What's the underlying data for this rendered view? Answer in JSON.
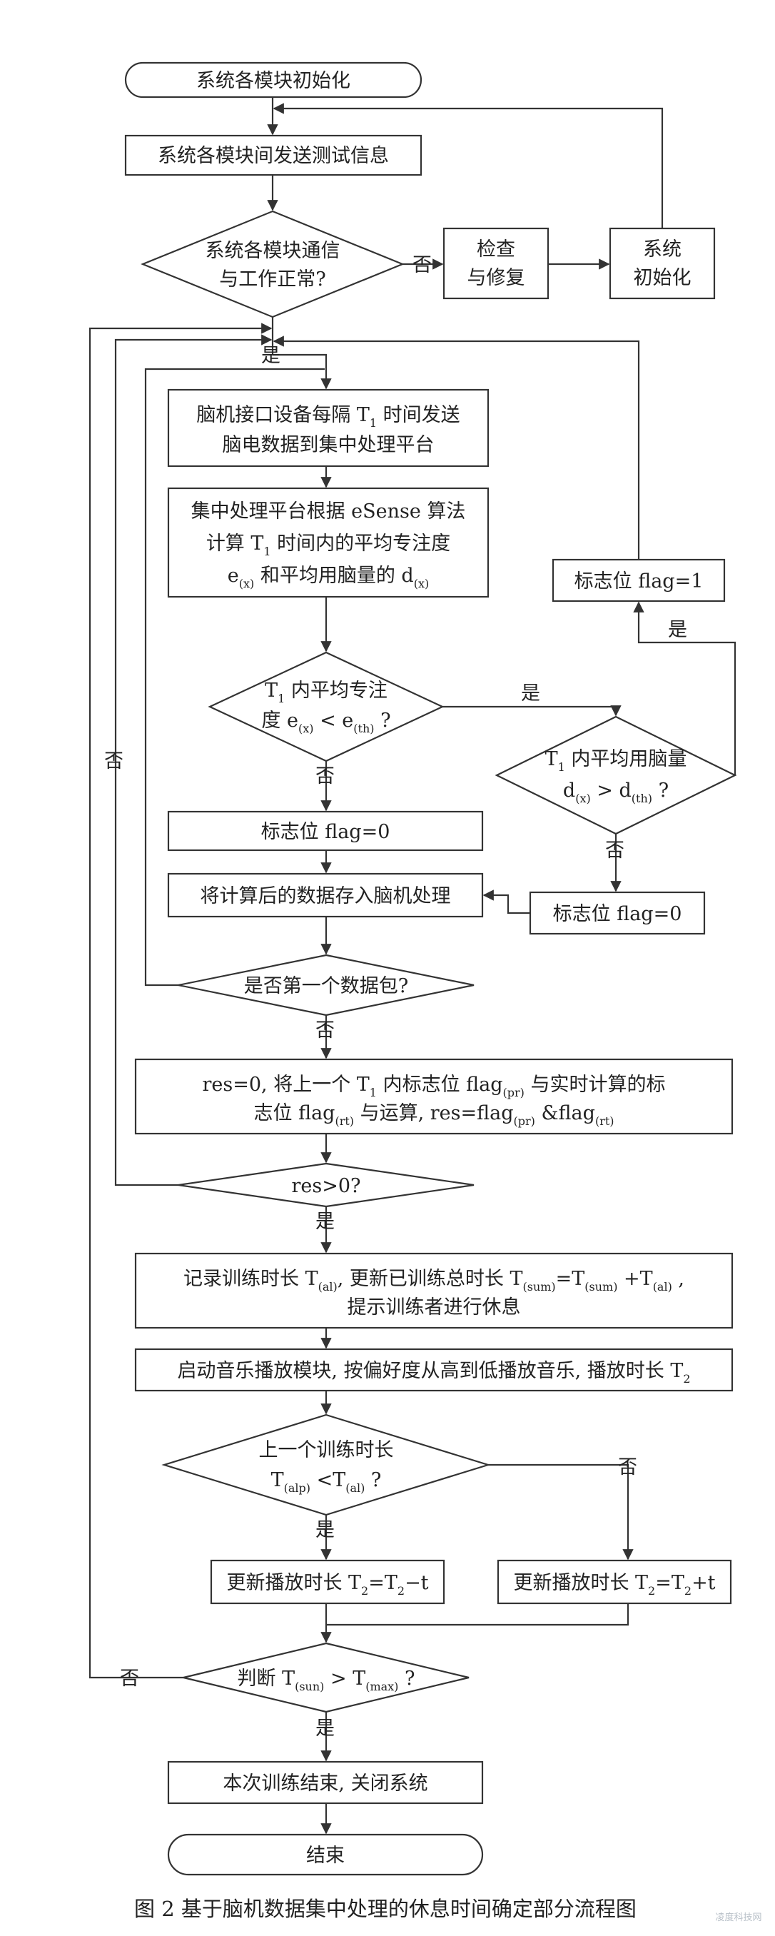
{
  "nodes": {
    "start": "系统各模块初始化",
    "send_test": "系统各模块间发送测试信息",
    "check_comm": [
      "系统各模块通信",
      "与工作正常?"
    ],
    "inspect": [
      "检查",
      "与修复"
    ],
    "sys_init": [
      "系统",
      "初始化"
    ],
    "send_eeg": {
      "l1a": "脑机接口设备每隔 T",
      "l1sub": "1",
      "l1b": " 时间发送",
      "l2": "脑电数据到集中处理平台"
    },
    "calc": {
      "l1": "集中处理平台根据 eSense 算法",
      "l2a": "计算 T",
      "l2sub": "1",
      "l2b": " 时间内的平均专注度",
      "l3a": "e",
      "l3sub1": "(x)",
      "l3b": " 和平均用脑量的 d",
      "l3sub2": "(x)"
    },
    "attn_dec": {
      "l1a": "T",
      "l1sub": "1",
      "l1b": " 内平均专注",
      "l2a": "度 e",
      "l2sub1": "(x)",
      "l2b": " < e",
      "l2sub2": "(th)",
      "l2c": " ?"
    },
    "brain_dec": {
      "l1a": "T",
      "l1sub": "1",
      "l1b": " 内平均用脑量",
      "l2a": "d",
      "l2sub1": "(x)",
      "l2b": " > d",
      "l2sub2": "(th)",
      "l2c": " ?"
    },
    "flag1": "标志位 flag=1",
    "flag0_left": "标志位 flag=0",
    "flag0_right": "标志位 flag=0",
    "store": "将计算后的数据存入脑机处理",
    "first_pkt": "是否第一个数据包?",
    "res_calc": {
      "l1a": "res=0, 将上一个 T",
      "l1sub": "1",
      "l1b": " 内标志位 flag",
      "l1sub2": "(pr)",
      "l1c": " 与实时计算的标",
      "l2a": "志位 flag",
      "l2sub": "(rt)",
      "l2b": " 与运算, res=flag",
      "l2sub2": "(pr)",
      "l2c": " &flag",
      "l2sub3": "(rt)"
    },
    "res_dec": "res>0?",
    "record": {
      "l1a": "记录训练时长 T",
      "l1sub": "(al)",
      "l1b": ", 更新已训练总时长 T",
      "l1sub2": "(sum)",
      "l1c": "=T",
      "l1sub3": "(sum)",
      "l1d": " +T",
      "l1sub4": "(al)",
      "l1e": " ,",
      "l2": "提示训练者进行休息"
    },
    "music": {
      "la": "启动音乐播放模块, 按偏好度从高到低播放音乐, 播放时长 T",
      "lsub": "2"
    },
    "prev_dec": {
      "l1": "上一个训练时长",
      "l2a": "T",
      "l2sub1": "(alp)",
      "l2b": " <T",
      "l2sub2": "(al)",
      "l2c": " ?"
    },
    "upd_minus": {
      "a": "更新播放时长 T",
      "sub1": "2",
      "b": "=T",
      "sub2": "2",
      "c": "−t"
    },
    "upd_plus": {
      "a": "更新播放时长 T",
      "sub1": "2",
      "b": "=T",
      "sub2": "2",
      "c": "+t"
    },
    "total_dec": {
      "a": "判断 T",
      "sub1": "(sun)",
      "b": " > T",
      "sub2": "(max)",
      "c": " ?"
    },
    "finish": "本次训练结束, 关闭系统",
    "end": "结束"
  },
  "labels": {
    "no": "否",
    "yes": "是"
  },
  "caption": "图 2   基于脑机数据集中处理的休息时间确定部分流程图",
  "watermark": "凌度科技网"
}
